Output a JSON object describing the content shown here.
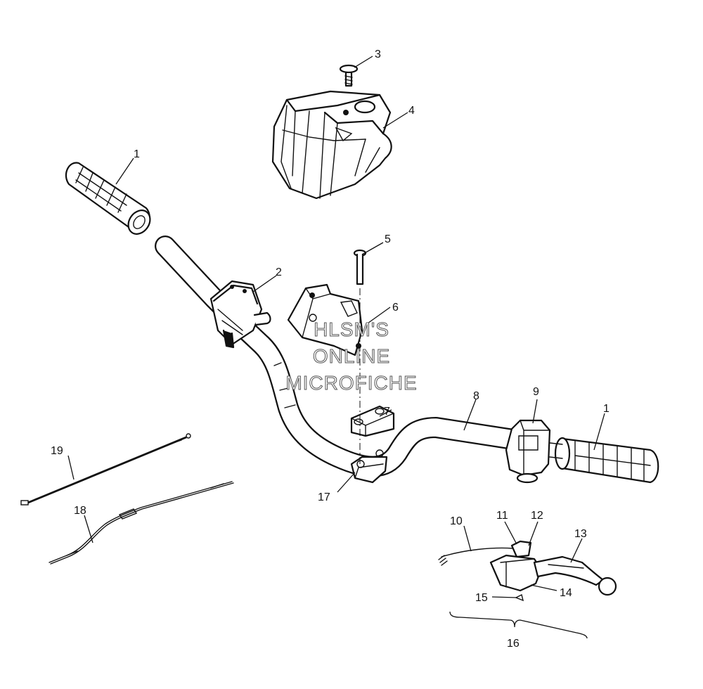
{
  "callouts": {
    "c1a": "1",
    "c1b": "1",
    "c2": "2",
    "c3": "3",
    "c4": "4",
    "c5": "5",
    "c6": "6",
    "c7": "7",
    "c8": "8",
    "c9": "9",
    "c10": "10",
    "c11": "11",
    "c12": "12",
    "c13": "13",
    "c14": "14",
    "c15": "15",
    "c16": "16",
    "c17": "17",
    "c18": "18",
    "c19": "19"
  },
  "watermark": {
    "line1": "HLSM'S",
    "line2": "ONLINE",
    "line3": "MICROFICHE"
  }
}
